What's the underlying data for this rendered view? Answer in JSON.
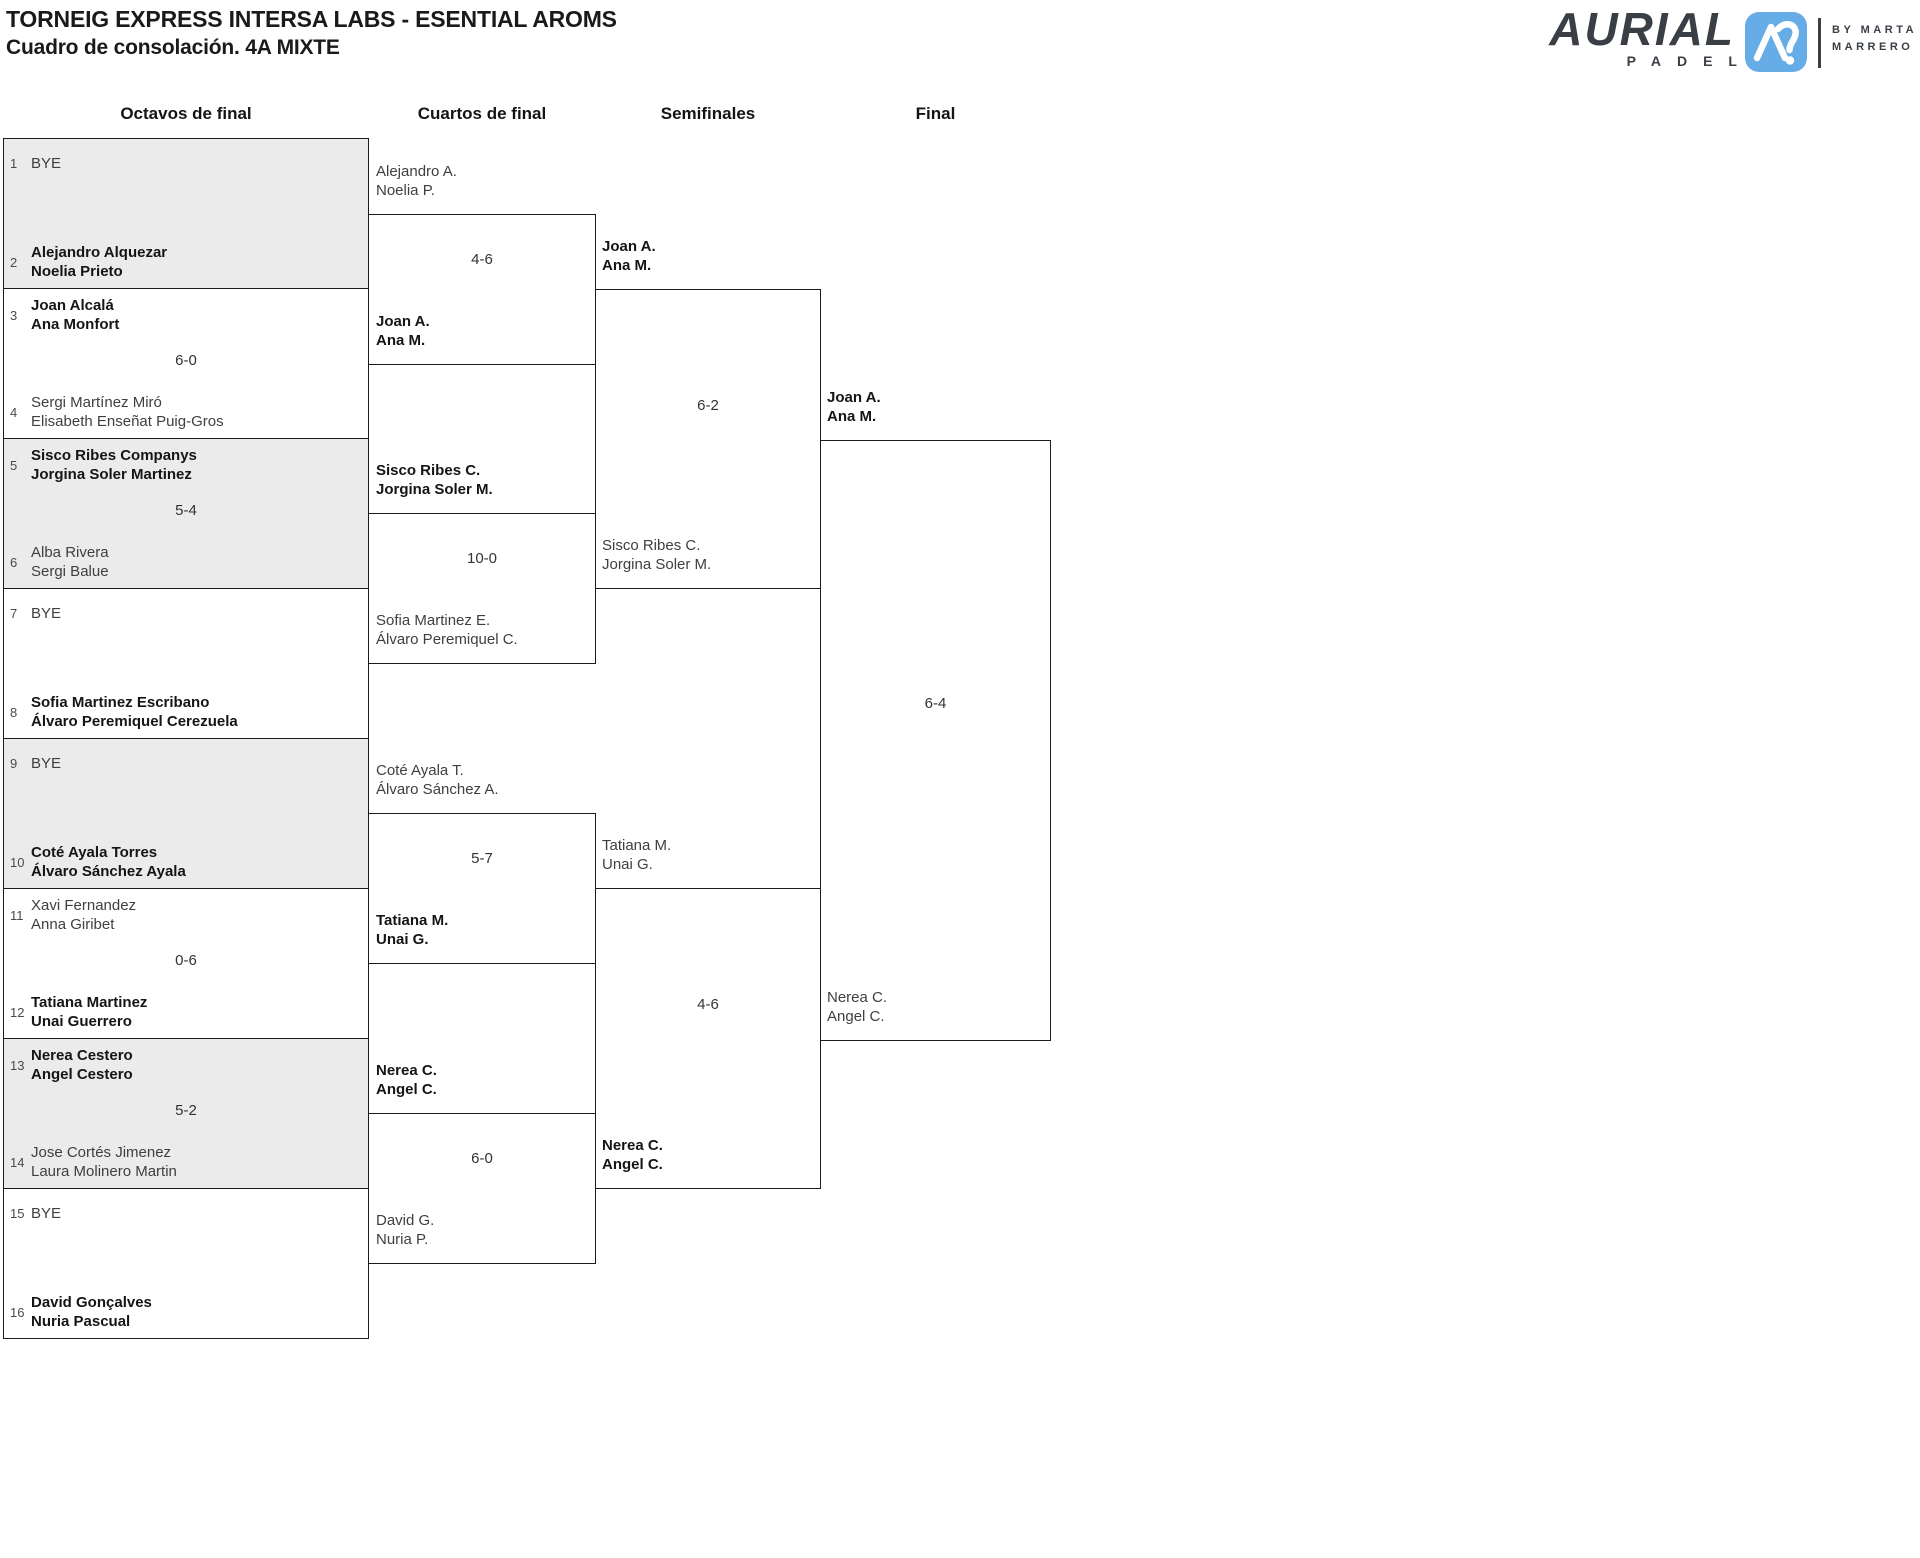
{
  "header": {
    "title": "TORNEIG EXPRESS INTERSA LABS - ESENTIAL AROMS",
    "subtitle": "Cuadro de consolación. 4A MIXTE"
  },
  "logo": {
    "brand": "AURIAL",
    "brand_sub": "PADEL",
    "byline1": "BY MARTA",
    "byline2": "MARRERO"
  },
  "colors": {
    "accent_blue": "#66ACE6",
    "box_shade": "#EBEBEB",
    "line": "#1B1B1B",
    "brand_text": "#3A3F45"
  },
  "round_headers": [
    "Octavos de final",
    "Cuartos de final",
    "Semifinales",
    "Final"
  ],
  "octavos": [
    {
      "seed_top": "1",
      "top": [
        "BYE"
      ],
      "top_bold": false,
      "score": "",
      "seed_bottom": "2",
      "bottom": [
        "Alejandro Alquezar",
        "Noelia Prieto"
      ],
      "bottom_bold": true
    },
    {
      "seed_top": "3",
      "top": [
        "Joan Alcalá",
        "Ana Monfort"
      ],
      "top_bold": true,
      "score": "6-0",
      "seed_bottom": "4",
      "bottom": [
        "Sergi Martínez Miró",
        "Elisabeth Enseñat Puig-Gros"
      ],
      "bottom_bold": false
    },
    {
      "seed_top": "5",
      "top": [
        "Sisco Ribes Companys",
        "Jorgina Soler Martinez"
      ],
      "top_bold": true,
      "score": "5-4",
      "seed_bottom": "6",
      "bottom": [
        "Alba Rivera",
        "Sergi Balue"
      ],
      "bottom_bold": false
    },
    {
      "seed_top": "7",
      "top": [
        "BYE"
      ],
      "top_bold": false,
      "score": "",
      "seed_bottom": "8",
      "bottom": [
        "Sofia Martinez Escribano",
        "Álvaro Peremiquel Cerezuela"
      ],
      "bottom_bold": true
    },
    {
      "seed_top": "9",
      "top": [
        "BYE"
      ],
      "top_bold": false,
      "score": "",
      "seed_bottom": "10",
      "bottom": [
        "Coté Ayala Torres",
        "Álvaro Sánchez Ayala"
      ],
      "bottom_bold": true
    },
    {
      "seed_top": "11",
      "top": [
        "Xavi Fernandez",
        "Anna Giribet"
      ],
      "top_bold": false,
      "score": "0-6",
      "seed_bottom": "12",
      "bottom": [
        "Tatiana Martinez",
        "Unai Guerrero"
      ],
      "bottom_bold": true
    },
    {
      "seed_top": "13",
      "top": [
        "Nerea Cestero",
        "Angel Cestero"
      ],
      "top_bold": true,
      "score": "5-2",
      "seed_bottom": "14",
      "bottom": [
        "Jose Cortés Jimenez",
        "Laura Molinero Martin"
      ],
      "bottom_bold": false
    },
    {
      "seed_top": "15",
      "top": [
        "BYE"
      ],
      "top_bold": false,
      "score": "",
      "seed_bottom": "16",
      "bottom": [
        "David Gonçalves",
        "Nuria Pascual"
      ],
      "bottom_bold": true
    }
  ],
  "cuartos": [
    {
      "top": [
        "Alejandro A.",
        "Noelia P."
      ],
      "top_bold": false,
      "score": "4-6",
      "bottom": [
        "Joan A.",
        "Ana M."
      ],
      "bottom_bold": true
    },
    {
      "top": [
        "Sisco Ribes C.",
        "Jorgina Soler M."
      ],
      "top_bold": true,
      "score": "10-0",
      "bottom": [
        "Sofia Martinez E.",
        "Álvaro Peremiquel C."
      ],
      "bottom_bold": false
    },
    {
      "top": [
        "Coté Ayala T.",
        "Álvaro Sánchez A."
      ],
      "top_bold": false,
      "score": "5-7",
      "bottom": [
        "Tatiana M.",
        "Unai G."
      ],
      "bottom_bold": true
    },
    {
      "top": [
        "Nerea C.",
        "Angel C."
      ],
      "top_bold": true,
      "score": "6-0",
      "bottom": [
        "David G.",
        "Nuria P."
      ],
      "bottom_bold": false
    }
  ],
  "semifinales": [
    {
      "top": [
        "Joan A.",
        "Ana M."
      ],
      "top_bold": true,
      "score": "6-2",
      "bottom": [
        "Sisco Ribes C.",
        "Jorgina Soler M."
      ],
      "bottom_bold": false
    },
    {
      "top": [
        "Tatiana M.",
        "Unai G."
      ],
      "top_bold": false,
      "score": "4-6",
      "bottom": [
        "Nerea C.",
        "Angel C."
      ],
      "bottom_bold": true
    }
  ],
  "final": {
    "top": [
      "Joan A.",
      "Ana M."
    ],
    "top_bold": true,
    "score": "6-4",
    "bottom": [
      "Nerea C.",
      "Angel C."
    ],
    "bottom_bold": false
  }
}
